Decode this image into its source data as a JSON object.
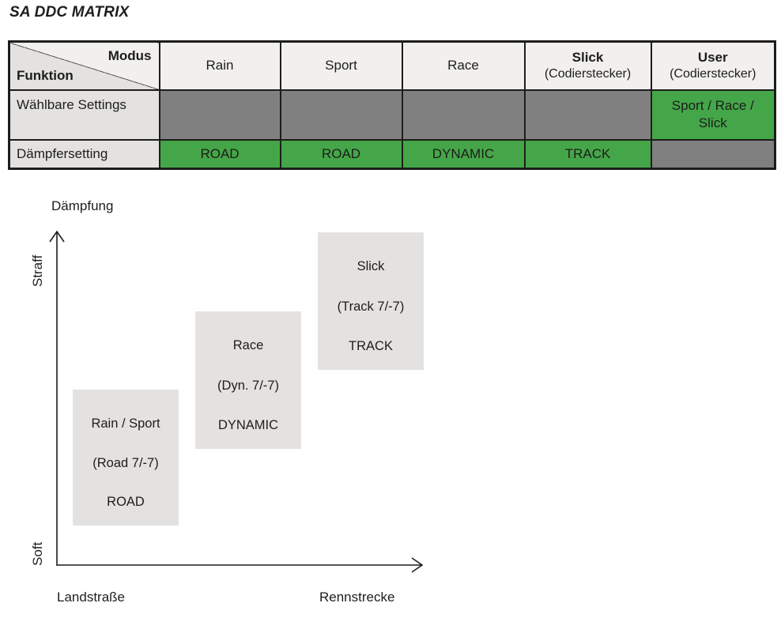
{
  "title": "SA DDC MATRIX",
  "colors": {
    "green": "#44a648",
    "dark_gray": "#808080",
    "header_bg": "#f1f0ee",
    "label_bg": "#e3e2e0",
    "box_bg": "#e4e2e1",
    "border": "#1d1d1b",
    "text": "#1d1d1b"
  },
  "table": {
    "corner": {
      "top_right": "Modus",
      "bottom_left": "Funktion"
    },
    "columns": [
      {
        "label": "Rain",
        "sub": ""
      },
      {
        "label": "Sport",
        "sub": ""
      },
      {
        "label": "Race",
        "sub": ""
      },
      {
        "label": "Slick",
        "sub": "(Codierstecker)"
      },
      {
        "label": "User",
        "sub": "(Codierstecker)"
      }
    ],
    "rows": [
      {
        "label": "Wählbare Settings",
        "cells": [
          "",
          "",
          "",
          "",
          "Sport / Race / Slick"
        ]
      },
      {
        "label": "Dämpfersetting",
        "cells": [
          "ROAD",
          "ROAD",
          "DYNAMIC",
          "TRACK",
          ""
        ]
      }
    ]
  },
  "chart": {
    "y_axis_title": "Dämpfung",
    "y_top_label": "Straff",
    "y_bottom_label": "Soft",
    "x_left_label": "Landstraße",
    "x_right_label": "Rennstrecke",
    "boxes": [
      {
        "line1": "Rain / Sport",
        "line2": "(Road 7/-7)",
        "line3": "ROAD"
      },
      {
        "line1": "Race",
        "line2": "(Dyn. 7/-7)",
        "line3": "DYNAMIC"
      },
      {
        "line1": "Slick",
        "line2": "(Track 7/-7)",
        "line3": "TRACK"
      }
    ]
  }
}
